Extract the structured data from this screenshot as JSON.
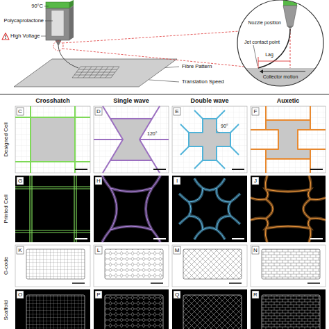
{
  "diagram": {
    "labels": [
      "90°C",
      "Polycaprolactone",
      "High Voltage",
      "Fibre Pattern",
      "Translation Speed",
      "Nozzle position",
      "Jet contact point",
      "Lag",
      "Collector motion",
      "Crosshatch",
      "Single wave",
      "Double wave",
      "Auxetic",
      "C",
      "D",
      "E",
      "F",
      "120°",
      "90°",
      "G",
      "H",
      "I",
      "J",
      "K",
      "L",
      "M",
      "N",
      "O",
      "P",
      "Q",
      "R",
      "Designed Cell",
      "Printed Cell",
      "G-code",
      "Scaffold"
    ]
  }
}
